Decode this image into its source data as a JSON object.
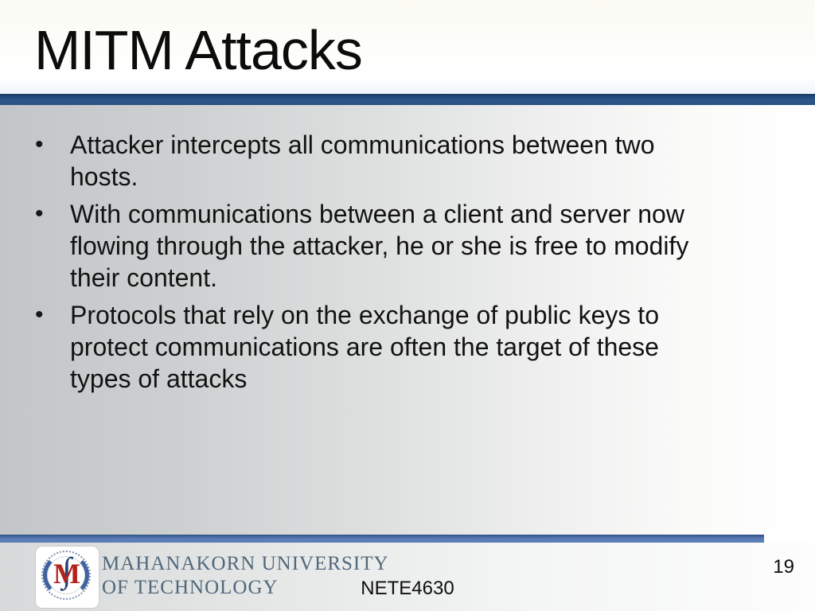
{
  "slide": {
    "title": "MITM Attacks"
  },
  "content": {
    "bullet_marker": "•",
    "bullets": [
      {
        "lines": [
          "Attacker intercepts all communications between two",
          "hosts."
        ]
      },
      {
        "lines": [
          "With communications between a client and server now",
          "flowing through the attacker, he or she is free to modify",
          "their content."
        ]
      },
      {
        "lines": [
          "Protocols that rely on the exchange of public keys to",
          "protect communications are often the target of these",
          "types of attacks"
        ]
      }
    ]
  },
  "footer": {
    "university_line1": "MAHANAKORN UNIVERSITY",
    "university_line2": "OF TECHNOLOGY",
    "course_code": "NETE4630",
    "page_number": "19",
    "logo_monogram_m": "M",
    "logo_monogram_s": "∫"
  },
  "colors": {
    "title_bar_navy": "#2a5183",
    "footer_bar_blue": "#5b80ba",
    "content_gray_left": "#c3c6c8",
    "university_text": "#51677a",
    "logo_red": "#b3231c",
    "logo_blue": "#3f62a0",
    "body_text": "#121212"
  }
}
